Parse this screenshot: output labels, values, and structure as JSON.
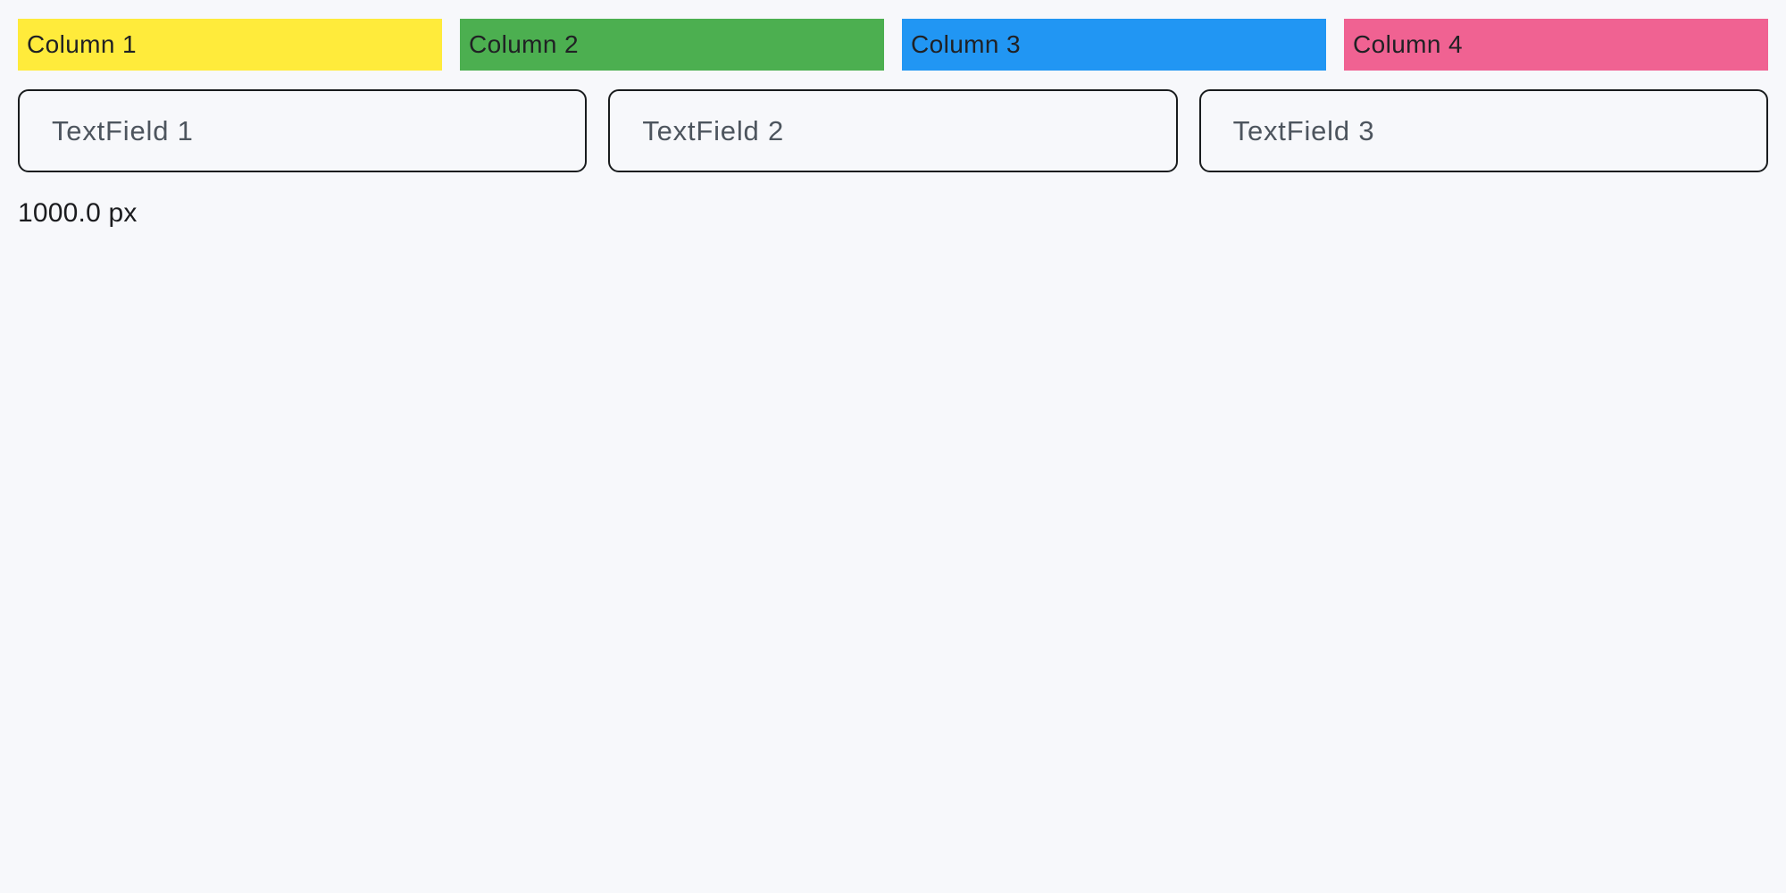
{
  "page": {
    "background": "#f7f8fb",
    "width_readout": "1000.0 px"
  },
  "columns": [
    {
      "label": "Column 1",
      "color": "#FFEB3B"
    },
    {
      "label": "Column 2",
      "color": "#4CAF50"
    },
    {
      "label": "Column 3",
      "color": "#2196F3"
    },
    {
      "label": "Column 4",
      "color": "#F06292"
    }
  ],
  "textfields": [
    {
      "placeholder": "TextField 1"
    },
    {
      "placeholder": "TextField 2"
    },
    {
      "placeholder": "TextField 3"
    }
  ]
}
